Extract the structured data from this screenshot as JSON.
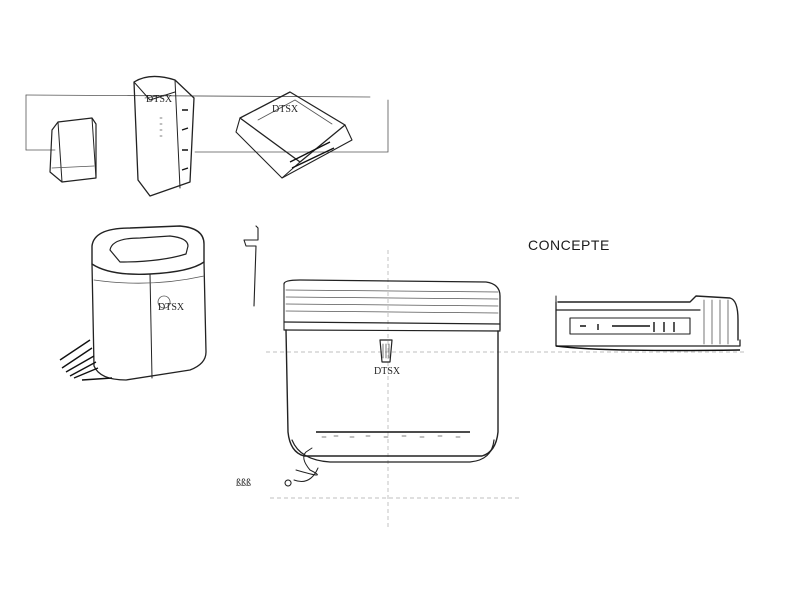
{
  "heading": "CONCEPTE",
  "logo_text": "DTSX",
  "small_logo_text": "DTSX",
  "annotation": "ßßß"
}
